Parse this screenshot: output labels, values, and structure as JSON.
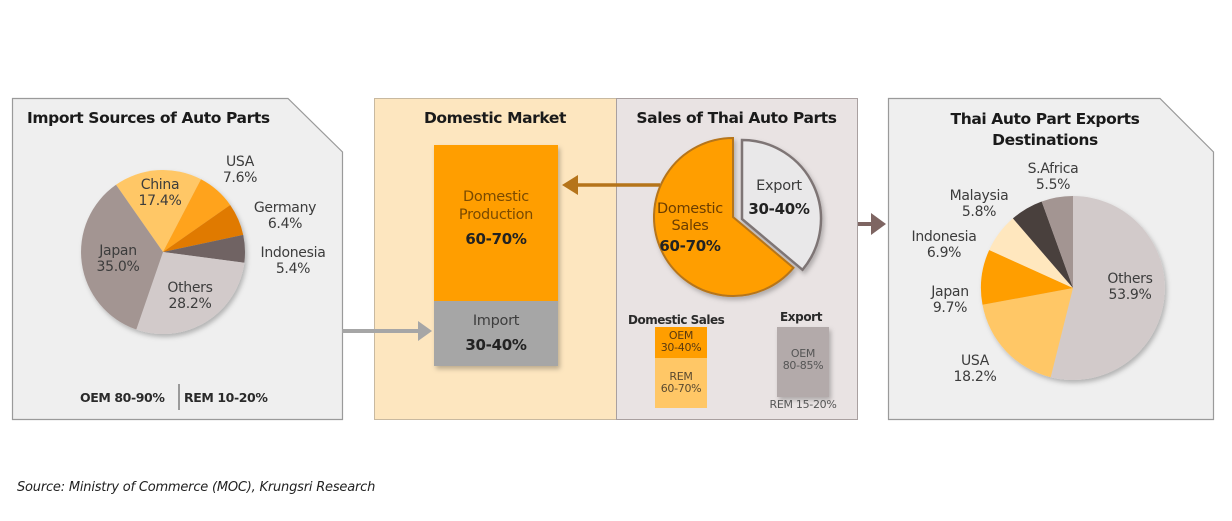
{
  "panels": {
    "import_sources": {
      "title": "Import Sources of Auto Parts",
      "footer_oem": "OEM 80-90%",
      "footer_rem": "REM 10-20%"
    },
    "domestic_market": {
      "title": "Domestic Market",
      "production_label_1": "Domestic",
      "production_label_2": "Production",
      "production_value": "60-70%",
      "import_label": "Import",
      "import_value": "30-40%"
    },
    "sales": {
      "title": "Sales of Thai Auto Parts",
      "domestic_label_1": "Domestic",
      "domestic_label_2": "Sales",
      "domestic_value": "60-70%",
      "export_label": "Export",
      "export_value": "30-40%",
      "domestic_breakdown_title": "Domestic Sales",
      "domestic_oem_label": "OEM",
      "domestic_oem_value": "30-40%",
      "domestic_rem_label": "REM",
      "domestic_rem_value": "60-70%",
      "export_breakdown_title": "Export",
      "export_oem_label": "OEM",
      "export_oem_value": "80-85%",
      "export_rem": "REM 15-20%"
    },
    "export_destinations": {
      "title_1": "Thai Auto Part Exports",
      "title_2": "Destinations"
    }
  },
  "source": "Source: Ministry of Commerce (MOC), Krungsri Research",
  "colors": {
    "orange": "#FF9E00",
    "light_orange": "#FFC766",
    "pale_orange": "#FFE7BE",
    "dark_orange": "#E07A00",
    "taupe": "#A39592",
    "light_taupe": "#D2CACA",
    "dark_brown": "#4A3F3D",
    "grey_brown": "#6F6463",
    "panel_grey": "#EFEFEF",
    "panel_cream": "#FDE6BF",
    "panel_mauve": "#E9E3E3",
    "import_grey": "#A6A6A6"
  },
  "chart_data": [
    {
      "type": "pie",
      "title": "Import Sources of Auto Parts",
      "categories": [
        "China",
        "USA",
        "Germany",
        "Indonesia",
        "Others",
        "Japan"
      ],
      "values": [
        17.4,
        7.6,
        6.4,
        5.4,
        28.2,
        35.0
      ],
      "labels": [
        "China 17.4%",
        "USA 7.6%",
        "Germany 6.4%",
        "Indonesia 5.4%",
        "Others 28.2%",
        "Japan 35.0%"
      ],
      "annotation": "OEM 80-90% | REM 10-20%"
    },
    {
      "type": "bar",
      "title": "Domestic Market",
      "categories": [
        "Domestic Production",
        "Import"
      ],
      "values_range": [
        "60-70%",
        "30-40%"
      ],
      "stacked": true
    },
    {
      "type": "pie",
      "title": "Sales of Thai Auto Parts",
      "categories": [
        "Domestic Sales",
        "Export"
      ],
      "values_range": [
        "60-70%",
        "30-40%"
      ],
      "exploded": "Export"
    },
    {
      "type": "bar",
      "title": "Domestic Sales breakdown",
      "categories": [
        "OEM",
        "REM"
      ],
      "values_range": [
        "30-40%",
        "60-70%"
      ],
      "stacked": true
    },
    {
      "type": "bar",
      "title": "Export breakdown",
      "categories": [
        "OEM",
        "REM"
      ],
      "values_range": [
        "80-85%",
        "15-20%"
      ],
      "stacked": true
    },
    {
      "type": "pie",
      "title": "Thai Auto Part Exports Destinations",
      "categories": [
        "Others",
        "USA",
        "Japan",
        "Indonesia",
        "Malaysia",
        "S.Africa"
      ],
      "values": [
        53.9,
        18.2,
        9.7,
        6.9,
        5.8,
        5.5
      ],
      "labels": [
        "Others 53.9%",
        "USA 18.2%",
        "Japan 9.7%",
        "Indonesia 6.9%",
        "Malaysia 5.8%",
        "S.Africa 5.5%"
      ]
    }
  ],
  "pie_labels": {
    "left": {
      "china": [
        "China",
        "17.4%"
      ],
      "usa": [
        "USA",
        "7.6%"
      ],
      "germany": [
        "Germany",
        "6.4%"
      ],
      "indonesia": [
        "Indonesia",
        "5.4%"
      ],
      "japan": [
        "Japan",
        "35.0%"
      ],
      "others": [
        "Others",
        "28.2%"
      ]
    },
    "right": {
      "safrica": [
        "S.Africa",
        "5.5%"
      ],
      "malaysia": [
        "Malaysia",
        "5.8%"
      ],
      "indonesia": [
        "Indonesia",
        "6.9%"
      ],
      "japan": [
        "Japan",
        "9.7%"
      ],
      "usa": [
        "USA",
        "18.2%"
      ],
      "others": [
        "Others",
        "53.9%"
      ]
    }
  }
}
